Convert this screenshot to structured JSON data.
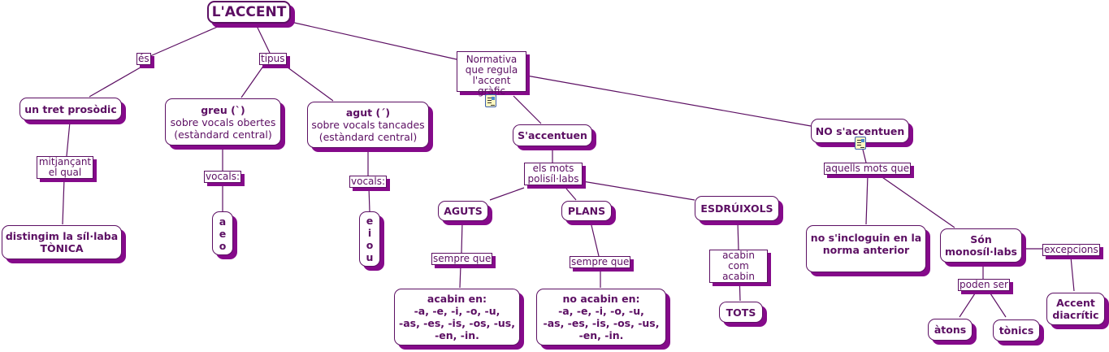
{
  "colors": {
    "text": "#5c0f63",
    "shadow": "#850a8a",
    "border": "#5c0f63"
  },
  "concepts": {
    "root": "L'ACCENT",
    "tret": "un tret prosòdic",
    "greu_title": "greu (`)",
    "greu_sub": "sobre vocals obertes\n(estàndard central)",
    "agut_title": "agut (´)",
    "agut_sub": "sobre vocals tancades\n(estàndard central)",
    "saccentuen": "S'accentuen",
    "noaccentuen": "NO s'accentuen",
    "distingim": "distingim la síl·laba\nTÒNICA",
    "aeo": "a\ne\no",
    "eiou": "e\ni\no\nu",
    "aguts": "AGUTS",
    "plans": "PLANS",
    "esdruixols": "ESDRÚIXOLS",
    "acabin": "acabin en:\n-a, -e, -i, -o, -u,\n-as, -es, -is, -os, -us,\n-en, -in.",
    "noacabin": "no acabin en:\n-a, -e, -i, -o, -u,\n-as, -es, -is, -os, -us,\n-en, -in.",
    "tots": "TOTS",
    "noincloguin": "no s'incloguin en la\nnorma anterior",
    "monosillabs": "Són\nmonosíl·labs",
    "atons": "àtons",
    "tonics": "tònics",
    "diacritic": "Accent\ndiacrític"
  },
  "links": {
    "es": "és",
    "tipus": "tipus",
    "normativa": "Normativa\nque regula\nl'accent gràfic",
    "mitjancant": "mitjançant\nel qual",
    "vocals1": "vocals:",
    "vocals2": "vocals:",
    "elsmots": "els mots\npolisíl·labs",
    "sempreque1": "sempre que",
    "sempreque2": "sempre que",
    "acabincom": "acabin\ncom acabin",
    "aquells": "aquells mots que",
    "excepcions": "excepcions",
    "podenser": "poden ser"
  },
  "icons": [
    "document-icon",
    "document-icon"
  ]
}
